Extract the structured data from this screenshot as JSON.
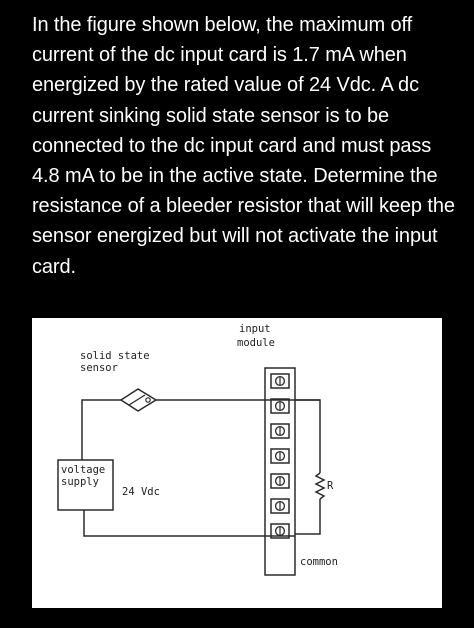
{
  "question": {
    "text": "In the figure shown below, the maximum off current of the dc input card is 1.7 mA when energized by the rated value of 24 Vdc. A dc current sinking solid state sensor is to be connected to the dc input card and must pass 4.8 mA to be in the active state. Determine the resistance of a bleeder resistor that will keep the sensor energized but will not activate the input card."
  },
  "figure": {
    "sensor_label_line1": "solid state",
    "sensor_label_line2": "sensor",
    "module_label_line1": "input",
    "module_label_line2": "module",
    "supply_label_line1": "voltage",
    "supply_label_line2": "supply",
    "supply_voltage": "24 Vdc",
    "resistor_label": "R",
    "common_label": "common"
  }
}
